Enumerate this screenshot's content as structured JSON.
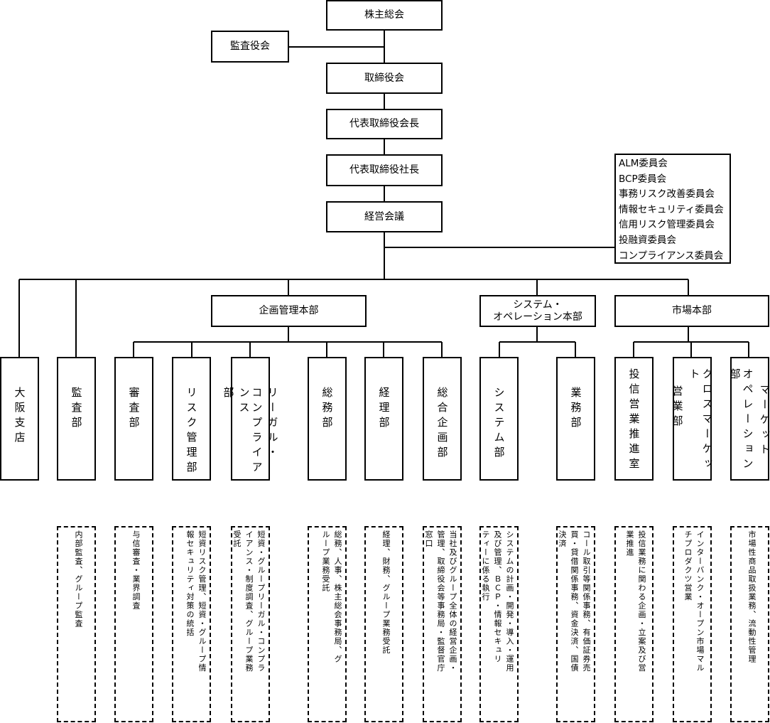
{
  "top": {
    "shareholders": "株主総会",
    "auditors": "監査役会",
    "board": "取締役会",
    "chairman": "代表取締役会長",
    "president": "代表取締役社長",
    "management_meeting": "経営会議"
  },
  "committees": [
    "ALM委員会",
    "BCP委員会",
    "事務リスク改善委員会",
    "情報セキュリティ委員会",
    "信用リスク管理委員会",
    "投融資委員会",
    "コンプライアンス委員会"
  ],
  "divisions": {
    "planning": "企画管理本部",
    "systems_line1": "システム・",
    "systems_line2": "オペレーション本部",
    "markets": "市場本部"
  },
  "departments": [
    {
      "cols": [
        "大阪支店"
      ],
      "desc": []
    },
    {
      "cols": [
        "監査部"
      ],
      "desc": [
        "内部監査、グループ監査"
      ]
    },
    {
      "cols": [
        "審査部"
      ],
      "desc": [
        "与信審査・業界調査"
      ]
    },
    {
      "cols": [
        "リスク管理部"
      ],
      "desc": [
        "短資リスク管理、短資・グループ情",
        "報セキュリティ対策の統括"
      ]
    },
    {
      "cols": [
        "リーガル・",
        "コンプライアンス",
        "部"
      ],
      "desc": [
        "短資・グループリーガル・コンプラ",
        "イアンス・制度調査、グループ業務",
        "受託"
      ]
    },
    {
      "cols": [
        "総務部"
      ],
      "desc": [
        "総務、人事、株主総会事務局、グ",
        "ループ業務受託"
      ]
    },
    {
      "cols": [
        "経理部"
      ],
      "desc": [
        "経理、財務、グループ業務受託"
      ]
    },
    {
      "cols": [
        "総合企画部"
      ],
      "desc": [
        "当社及びグループ全体の経営企画・",
        "管理、取締役会等事務局・監督官庁",
        "窓口"
      ]
    },
    {
      "cols": [
        "システム部"
      ],
      "desc": [
        "システムの計画・開発・導入・運用",
        "及び管理、ＢＣＰ・情報セキュリ",
        "ティーに係る執行"
      ]
    },
    {
      "cols": [
        "業務部"
      ],
      "desc": [
        "コール取引等関係事務、有価証券売",
        "買・貸借関係事務、資金決済、国債",
        "決済"
      ]
    },
    {
      "cols": [
        "投信営業推進室"
      ],
      "desc": [
        "投信業務に関わる企画・立案及び営",
        "業推進"
      ]
    },
    {
      "cols": [
        "クロスマーケット",
        "営業部"
      ],
      "desc": [
        "インターバンク・オープン市場マル",
        "チプロダクツ営業"
      ]
    },
    {
      "cols": [
        "マーケット",
        "オペレーション部"
      ],
      "desc": [
        "市場性商品取扱業務、流動性管理"
      ]
    }
  ]
}
